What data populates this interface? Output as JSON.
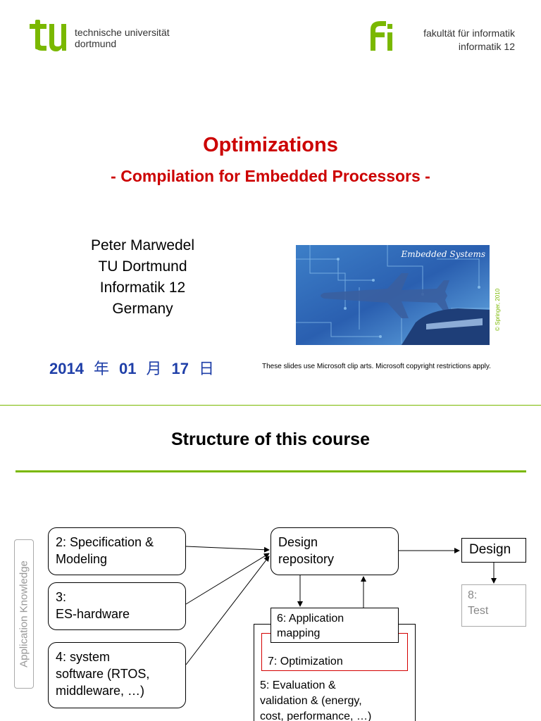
{
  "slide1": {
    "header": {
      "left_lines": [
        "technische universität",
        "dortmund"
      ],
      "right_lines": [
        "fakultät für informatik",
        "informatik 12"
      ]
    },
    "title": "Optimizations",
    "subtitle": "- Compilation for Embedded Processors -",
    "author_lines": [
      "Peter Marwedel",
      "TU Dortmund",
      "Informatik 12",
      "Germany"
    ],
    "cover": {
      "title": "Embedded Systems",
      "copyright": "© Springer, 2010"
    },
    "date": {
      "year": "2014",
      "year_char": "年",
      "month": "01",
      "month_char": "月",
      "day": "17",
      "day_char": "日"
    },
    "clipart_note": "These slides use Microsoft clip arts. Microsoft copyright restrictions apply."
  },
  "slide2": {
    "title": "Structure of this course",
    "side_label": "Application Knowledge",
    "boxes": {
      "spec": [
        "2: Specification &",
        "Modeling"
      ],
      "hw": [
        "3:",
        "ES-hardware"
      ],
      "sw": [
        "4: system",
        "software (RTOS,",
        "middleware, …)"
      ],
      "repo": [
        "Design",
        "repository"
      ],
      "design": "Design",
      "test": [
        "8:",
        "Test"
      ],
      "mapping": [
        "6: Application",
        "mapping"
      ],
      "optimization": "7: Optimization",
      "evaluation": [
        "5: Evaluation &",
        "validation & (energy,",
        "cost, performance, …)"
      ]
    },
    "colors": {
      "accent_green": "#7ab800",
      "title_red": "#cc0000",
      "date_blue": "#1f3fa8",
      "optimization_border": "#d40000"
    }
  }
}
